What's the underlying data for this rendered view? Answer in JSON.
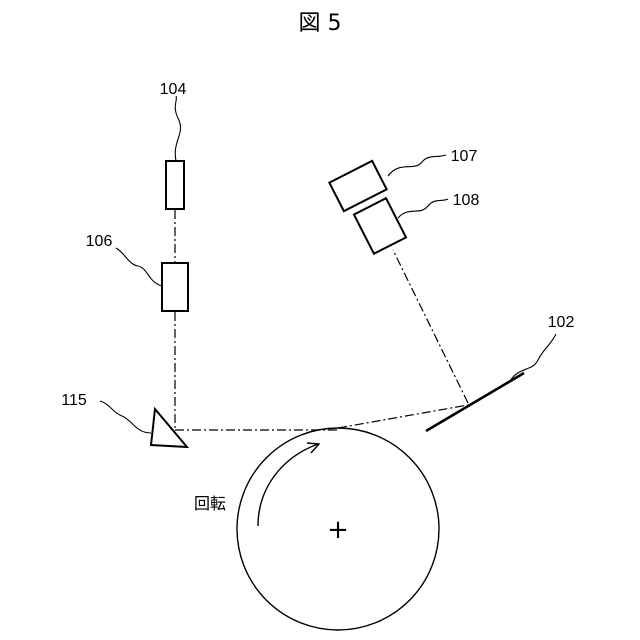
{
  "figure": {
    "title": "図 5",
    "rotation_label": "回転"
  },
  "labels": {
    "ref_104": "104",
    "ref_106": "106",
    "ref_107": "107",
    "ref_108": "108",
    "ref_102": "102",
    "ref_115": "115"
  },
  "icons": {
    "center_mark": "+"
  }
}
